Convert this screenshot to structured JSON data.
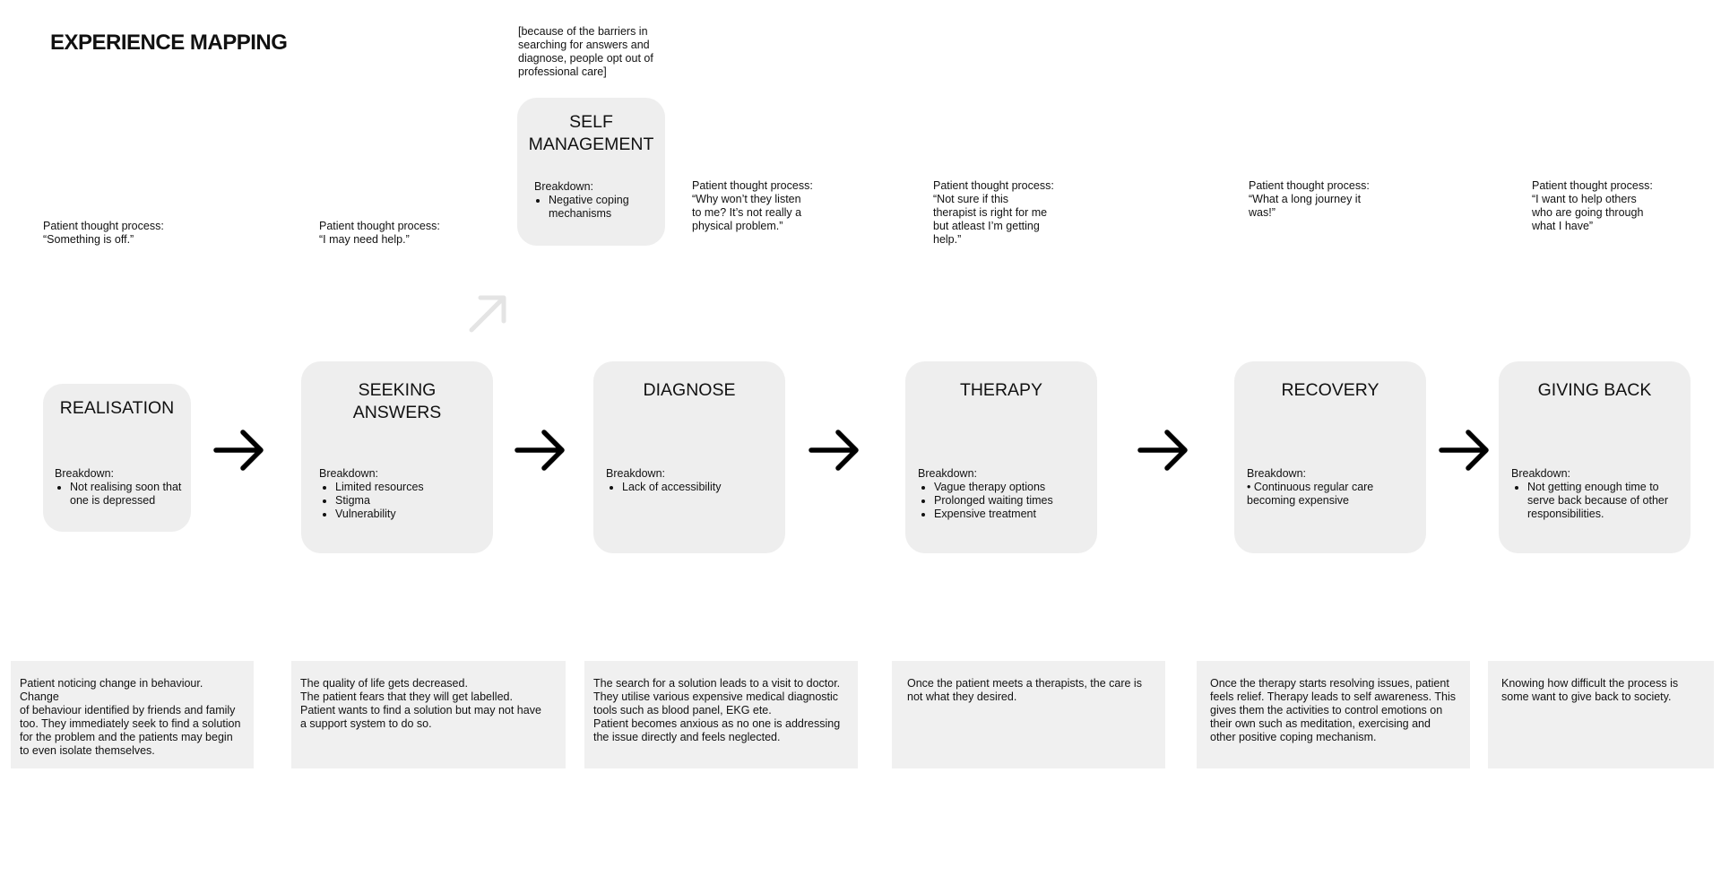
{
  "title": "EXPERIENCE MAPPING",
  "side_note": "[because of the barriers in\nsearching for answers and\ndiagnose, people opt out of\nprofessional care]",
  "thoughts": [
    "Patient thought process:\n“Something is off.”",
    "Patient thought process:\n“I may need help.”",
    "Patient thought process:\n“Why won’t they listen\nto me? It’s not really a\nphysical problem.”",
    "Patient thought process:\n“Not sure if this\ntherapist is right for me\nbut atleast I’m getting\nhelp.”",
    "Patient thought process:\n“What a long journey it\nwas!”",
    "Patient thought process:\n“I want to help others\nwho are going through\nwhat I have”"
  ],
  "self_management": {
    "title": "SELF\nMANAGEMENT",
    "breakdown_label": "Breakdown:",
    "items": [
      "Negative coping mechanisms"
    ]
  },
  "stages": [
    {
      "title": "REALISATION",
      "breakdown_label": "Breakdown:",
      "items": [
        "Not realising soon that one is depressed"
      ]
    },
    {
      "title": "SEEKING\nANSWERS",
      "breakdown_label": "Breakdown:",
      "items": [
        "Limited resources",
        "Stigma",
        "Vulnerability"
      ]
    },
    {
      "title": "DIAGNOSE",
      "breakdown_label": "Breakdown:",
      "items": [
        "Lack of accessibility"
      ]
    },
    {
      "title": "THERAPY",
      "breakdown_label": "Breakdown:",
      "items": [
        "Vague therapy options",
        "Prolonged waiting times",
        "Expensive treatment"
      ]
    },
    {
      "title": "RECOVERY",
      "breakdown_label": "Breakdown:",
      "items": [
        "• Continuous regular care becoming expensive"
      ]
    },
    {
      "title": "GIVING BACK",
      "breakdown_label": "Breakdown:",
      "items": [
        "Not getting enough time to serve back because of other responsibilities."
      ]
    }
  ],
  "descriptions": [
    "Patient noticing change in behaviour. Change\nof behaviour identified by friends and family\ntoo. They immediately seek to find a solution\nfor the problem and the patients may begin\nto even isolate themselves.",
    "The quality of life gets decreased.\nThe patient fears that they will get labelled.\nPatient wants to find a solution but may not have\na support system to do so.",
    "The search for a solution leads to a visit to doctor.\nThey utilise various expensive medical diagnostic\ntools such as blood panel, EKG ete.\nPatient becomes anxious as no one is addressing\nthe issue directly and feels neglected.",
    "Once the patient meets a therapists, the care is\nnot what they desired.",
    "Once the therapy starts resolving issues, patient\nfeels relief. Therapy leads to self awareness. This\ngives them the activities to control emotions on\ntheir own such as meditation, exercising and\nother positive coping mechanism.",
    "Knowing how difficult the process is\nsome want to give back to society."
  ],
  "colors": {
    "card": "#eeeeee",
    "desc_box": "#f0f0f0",
    "arrow": "#000000",
    "faded_arrow": "#e4e4e4"
  },
  "icons": {
    "flow_arrow": "arrow-right-icon",
    "branch_arrow": "arrow-up-right-icon"
  }
}
